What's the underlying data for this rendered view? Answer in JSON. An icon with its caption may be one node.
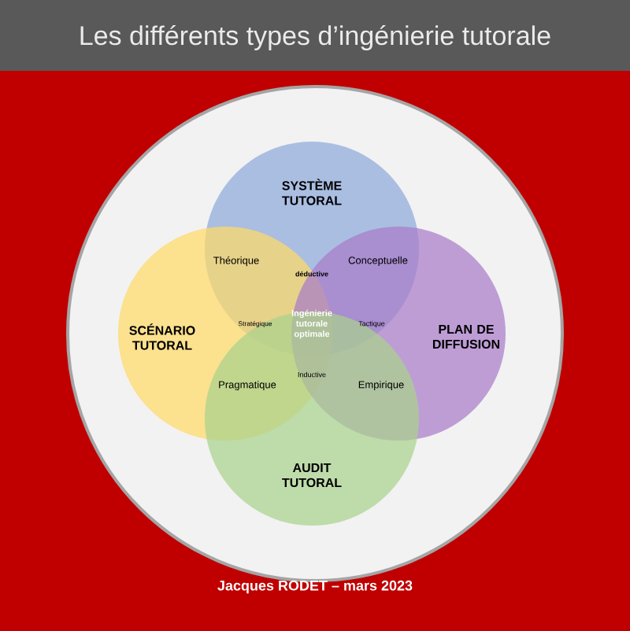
{
  "diagram": {
    "title": "Les différents types d’ingénierie tutorale",
    "caption": "Jacques RODET – mars 2023",
    "nodes": [
      {
        "text": [
          "SYSTÈME TUTORAL"
        ]
      },
      {
        "text": [
          "SCÉNARIO TUTORAL"
        ]
      },
      {
        "text": [
          "PLAN DE DIFFUSION"
        ]
      },
      {
        "text": [
          "AUDIT TUTORAL"
        ]
      }
    ],
    "edges": [],
    "labels": [
      "Théorique",
      "Conceptuelle",
      "déductive",
      "Stratégique",
      "Ingénierie tutorale optimale",
      "Tactique",
      "Inductive",
      "Pragmatique",
      "Empirique"
    ]
  }
}
